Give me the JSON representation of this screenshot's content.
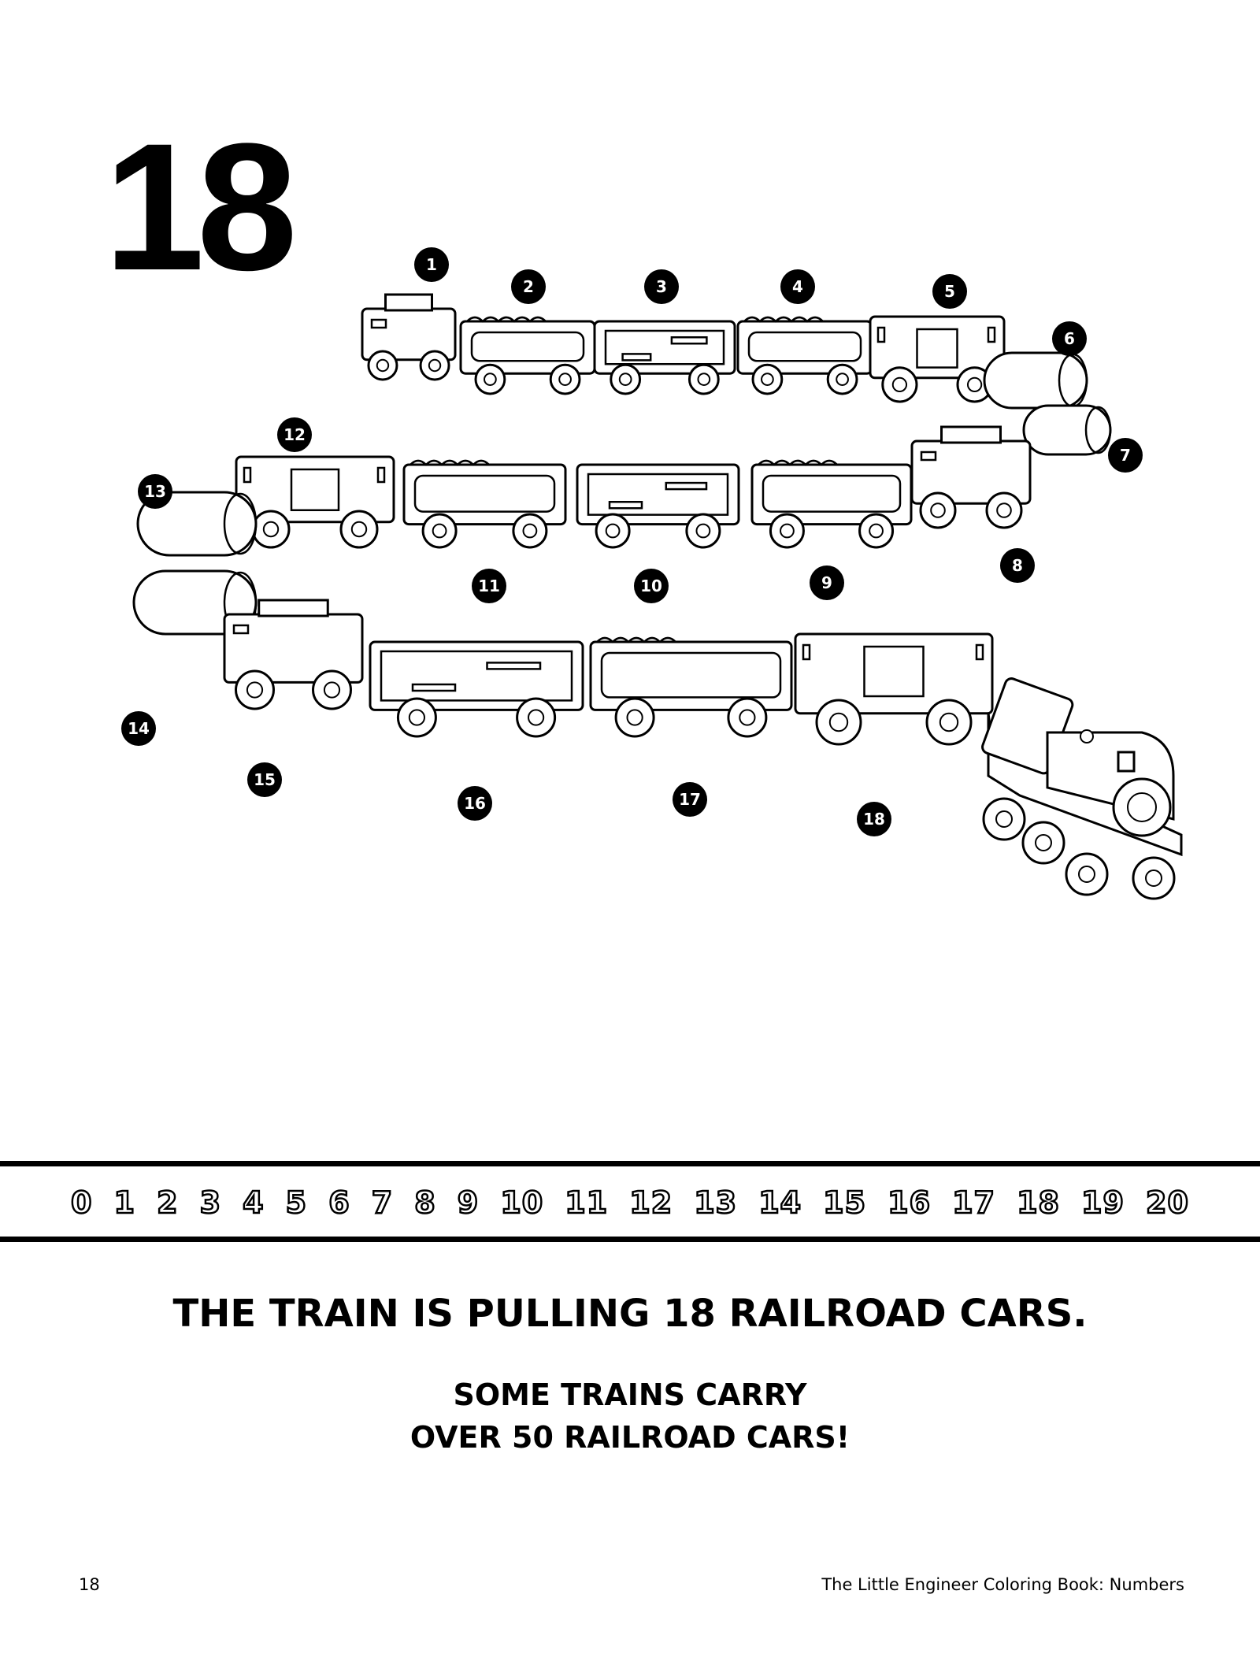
{
  "page_number_large": "18",
  "car_labels": [
    "1",
    "2",
    "3",
    "4",
    "5",
    "6",
    "7",
    "8",
    "9",
    "10",
    "11",
    "12",
    "13",
    "14",
    "15",
    "16",
    "17",
    "18"
  ],
  "number_line": [
    "0",
    "1",
    "2",
    "3",
    "4",
    "5",
    "6",
    "7",
    "8",
    "9",
    "10",
    "11",
    "12",
    "13",
    "14",
    "15",
    "16",
    "17",
    "18",
    "19",
    "20"
  ],
  "text": {
    "headline": "THE TRAIN IS PULLING 18 RAILROAD CARS.",
    "sub_line_1": "SOME TRAINS CARRY",
    "sub_line_2": "OVER 50 RAILROAD CARS!"
  },
  "footer": {
    "page_number": "18",
    "book_title": "The Little Engineer Coloring Book: Numbers"
  }
}
